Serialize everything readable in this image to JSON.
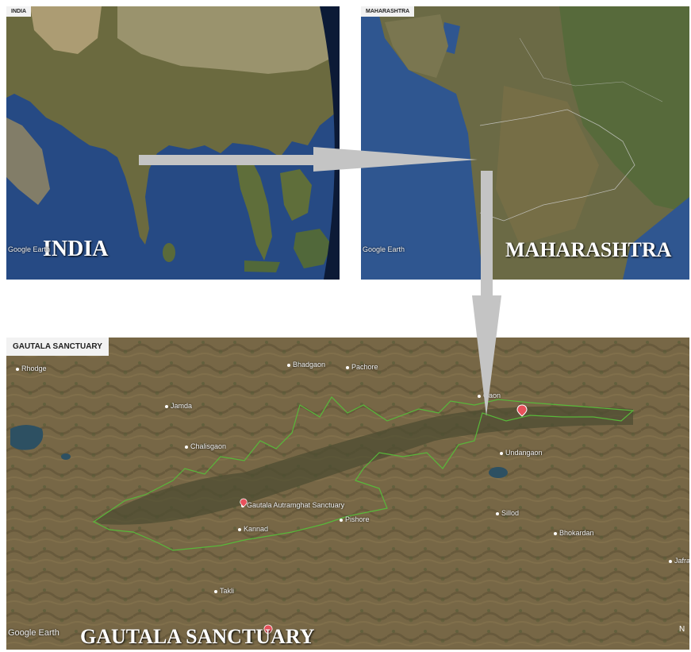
{
  "panels": {
    "india": {
      "tag": "INDIA",
      "caption": "INDIA",
      "attribution": "Google Earth"
    },
    "maharashtra": {
      "tag": "MAHARASHTRA",
      "caption": "MAHARASHTRA",
      "attribution": "Google Earth"
    },
    "gautala": {
      "tag": "GAUTALA SANCTUARY",
      "caption": "GAUTALA SANCTUARY",
      "attribution": "Google Earth",
      "compass": "N",
      "places": {
        "rhodge": "Rhodge",
        "bhadgaon": "Bhadgaon",
        "pachore": "Pachore",
        "jamda": "Jamda",
        "chalisgaon": "Chalisgaon",
        "gaon": "Gaon",
        "undangaon": "Undangaon",
        "sanctuary": "Gautala Autramghat Sanctuary",
        "pishore": "Pishore",
        "kannad": "Kannad",
        "sillod": "Sillod",
        "bhokardan": "Bhokardan",
        "jafra": "Jafra",
        "takli": "Takli"
      }
    }
  },
  "colors": {
    "ocean": "#2a4f8c",
    "land": "#6b6a3f",
    "arrow": "#c4c4c4",
    "boundary": "#58b83a"
  }
}
